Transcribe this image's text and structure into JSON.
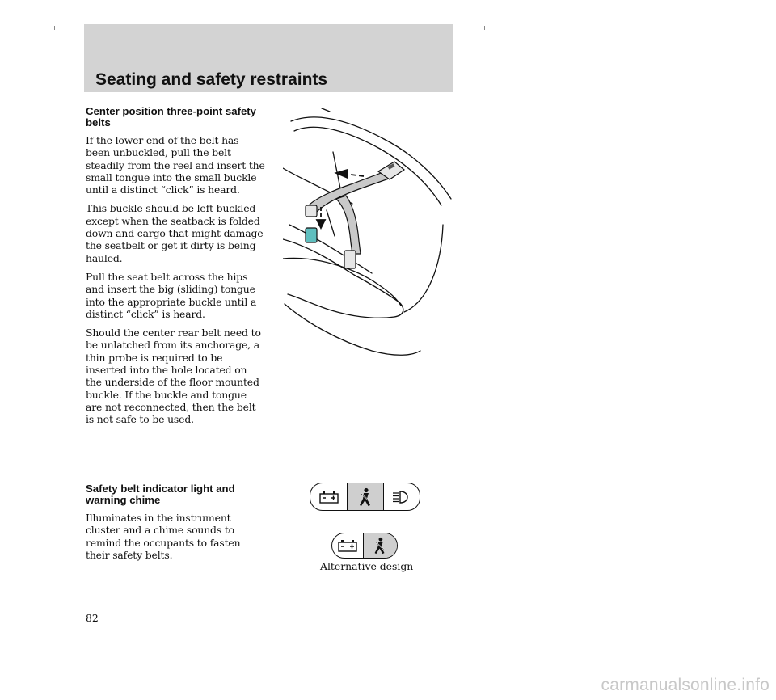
{
  "header": {
    "title": "Seating and safety restraints"
  },
  "section_belts": {
    "title": "Center position three-point safety belts",
    "paragraphs": [
      "If the lower end of the belt has been unbuckled, pull the belt steadily from the reel and insert the small tongue into the small buckle until a distinct “click” is heard.",
      "This buckle should be left buckled except when the seatback is folded down and cargo that might damage the seatbelt or get it dirty is being hauled.",
      "Pull the seat belt across the hips and insert the big (sliding) tongue into the appropriate buckle until a distinct “click” is heard.",
      "Should the center rear belt need to be unlatched from its anchorage, a thin probe is required to be inserted into the hole located on the underside of the floor mounted buckle. If the buckle and tongue are not reconnected, then the belt is not safe to be used."
    ]
  },
  "section_indicator": {
    "title": "Safety belt indicator light and warning chime",
    "paragraphs": [
      "Illuminates in the instrument cluster and a chime sounds to remind the occupants to fasten their safety belts."
    ]
  },
  "figures": {
    "seat_icon": "seat-belt-illustration",
    "cluster_icons": [
      "battery-icon",
      "seatbelt-icon",
      "headlamp-icon"
    ],
    "alt_cluster_icons": [
      "battery-icon",
      "seatbelt-icon"
    ],
    "caption": "Alternative design",
    "colors": {
      "buckle_teal": "#5fbfbf",
      "belt_gray": "#c9c9c9",
      "shade_gray": "#cfcfcf",
      "header_gray": "#d3d3d3"
    }
  },
  "page_number": "82",
  "watermark": "carmanualsonline.info"
}
